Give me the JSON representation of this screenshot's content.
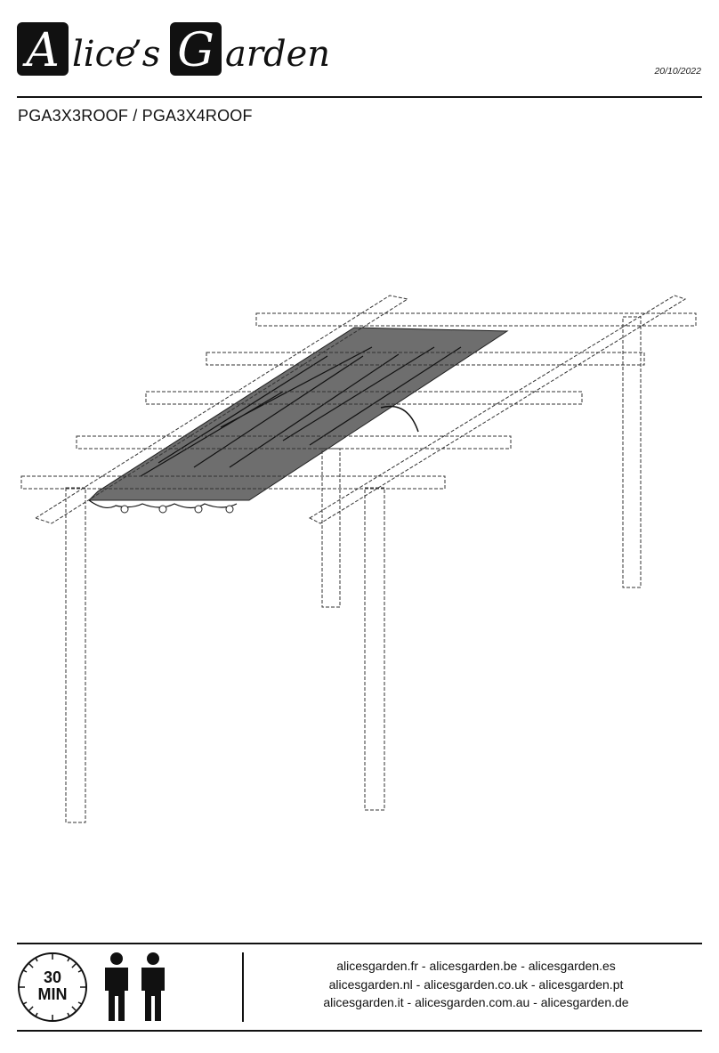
{
  "header": {
    "brand": "Alice's Garden",
    "brand_parts": {
      "a_letter": "A",
      "a_rest": "lice",
      "apostrophe_s": "’s",
      "g_letter": "G",
      "g_rest": "arden"
    },
    "date": "20/10/2022",
    "product_codes": "PGA3X3ROOF / PGA3X4ROOF"
  },
  "illustration": {
    "subject": "pergola-with-retractable-shade-cloth",
    "colors": {
      "line": "#333333",
      "canopy": "#6e6e6e"
    }
  },
  "footer": {
    "time": {
      "number": "30",
      "unit": "MIN"
    },
    "persons_required": 2,
    "person_icon": "person-icon",
    "websites": [
      "alicesgarden.fr - alicesgarden.be - alicesgarden.es",
      "alicesgarden.nl - alicesgarden.co.uk - alicesgarden.pt",
      "alicesgarden.it - alicesgarden.com.au - alicesgarden.de"
    ]
  }
}
